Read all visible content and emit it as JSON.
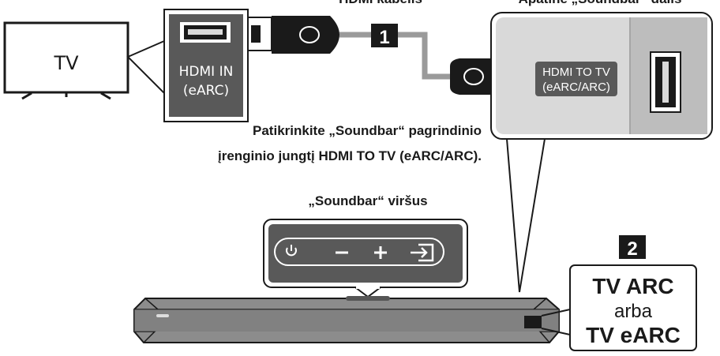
{
  "tv": {
    "label": "TV"
  },
  "tv_port": {
    "line1": "HDMI IN",
    "line2": "(eARC)"
  },
  "cable": {
    "label": "HDMI kabelis"
  },
  "bottom_view": {
    "label": "Apatinė „Soundbar“ dalis"
  },
  "soundbar_port": {
    "line1": "HDMI TO TV",
    "line2": "(eARC/ARC)"
  },
  "steps": {
    "one": "1",
    "two": "2"
  },
  "instruction": {
    "line1": "Patikrinkite „Soundbar“ pagrindinio",
    "line2": "įrenginio jungtį HDMI TO TV (eARC/ARC)."
  },
  "top_view": {
    "label": "„Soundbar“ viršus"
  },
  "buttons": [
    {
      "icon": "power-icon"
    },
    {
      "icon": "minus-icon"
    },
    {
      "icon": "plus-icon"
    },
    {
      "icon": "source-input-icon"
    }
  ],
  "display": {
    "line1": "TV ARC",
    "line2": "arba",
    "line3": "TV eARC"
  },
  "colors": {
    "panel": "#d9d9d9",
    "panel_dark": "#bdbdbd",
    "box": "#595959",
    "dark": "#1a1a1a"
  }
}
